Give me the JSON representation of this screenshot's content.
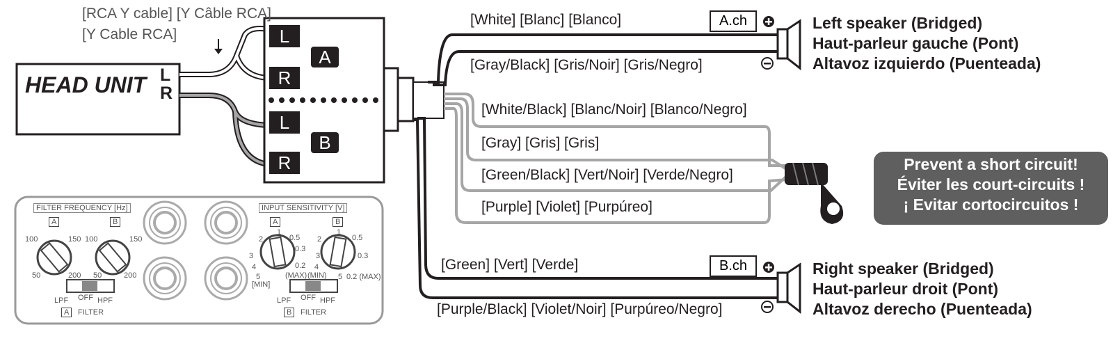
{
  "cable_note": {
    "line1": "[RCA Y cable] [Y Câble RCA]",
    "line2": "[Y Cable RCA]"
  },
  "head_unit": {
    "title": "HEAD UNIT",
    "l": "L",
    "r": "R"
  },
  "amp_inputs": {
    "l": "L",
    "r": "R",
    "a": "A",
    "b": "B"
  },
  "wires": {
    "white": "[White] [Blanc] [Blanco]",
    "gray_black": "[Gray/Black] [Gris/Noir] [Gris/Negro]",
    "white_black": "[White/Black] [Blanc/Noir] [Blanco/Negro]",
    "gray": "[Gray] [Gris] [Gris]",
    "green_black": "[Green/Black] [Vert/Noir] [Verde/Negro]",
    "purple": "[Purple] [Violet] [Purpúreo]",
    "green": "[Green] [Vert] [Verde]",
    "purple_black": "[Purple/Black] [Violet/Noir] [Purpúreo/Negro]"
  },
  "channels": {
    "a": "A.ch",
    "b": "B.ch"
  },
  "left_speaker": [
    "Left speaker (Bridged)",
    "Haut-parleur gauche (Pont)",
    "Altavoz izquierdo (Puenteada)"
  ],
  "right_speaker": [
    "Right speaker (Bridged)",
    "Haut-parleur droit (Pont)",
    "Altavoz derecho (Puenteada)"
  ],
  "warning": [
    "Prevent a short circuit!",
    "Éviter les court-circuits !",
    "¡ Evitar cortocircuitos !"
  ],
  "panel": {
    "filter_frequency": "FILTER FREQUENCY [Hz]",
    "input_sensitivity": "INPUT SENSITIVITY [V]",
    "a": "A",
    "b": "B",
    "ff_a_ticks": {
      "t100": "100",
      "t150": "150",
      "t50": "50",
      "t200": "200"
    },
    "ff_b_ticks": {
      "t100": "100",
      "t150": "150",
      "t50": "50",
      "t200": "200"
    },
    "sens_ticks": {
      "t2": "2",
      "t1": "1",
      "t05": "0.5",
      "t03": "0.3",
      "t3": "3",
      "t4": "4",
      "t02": "0.2",
      "t5": "5",
      "min": "[MIN]",
      "max": "(MAX)"
    },
    "sens_b_ticks": {
      "min": "(MIN)",
      "t02max": "0.2 (MAX)"
    },
    "lpf": "LPF",
    "off": "OFF",
    "hpf": "HPF",
    "filter": "FILTER"
  },
  "colors": {
    "wire_black": "#231f20",
    "wire_gray": "#a6a6a6",
    "warning_bg": "#5f5f5f"
  }
}
